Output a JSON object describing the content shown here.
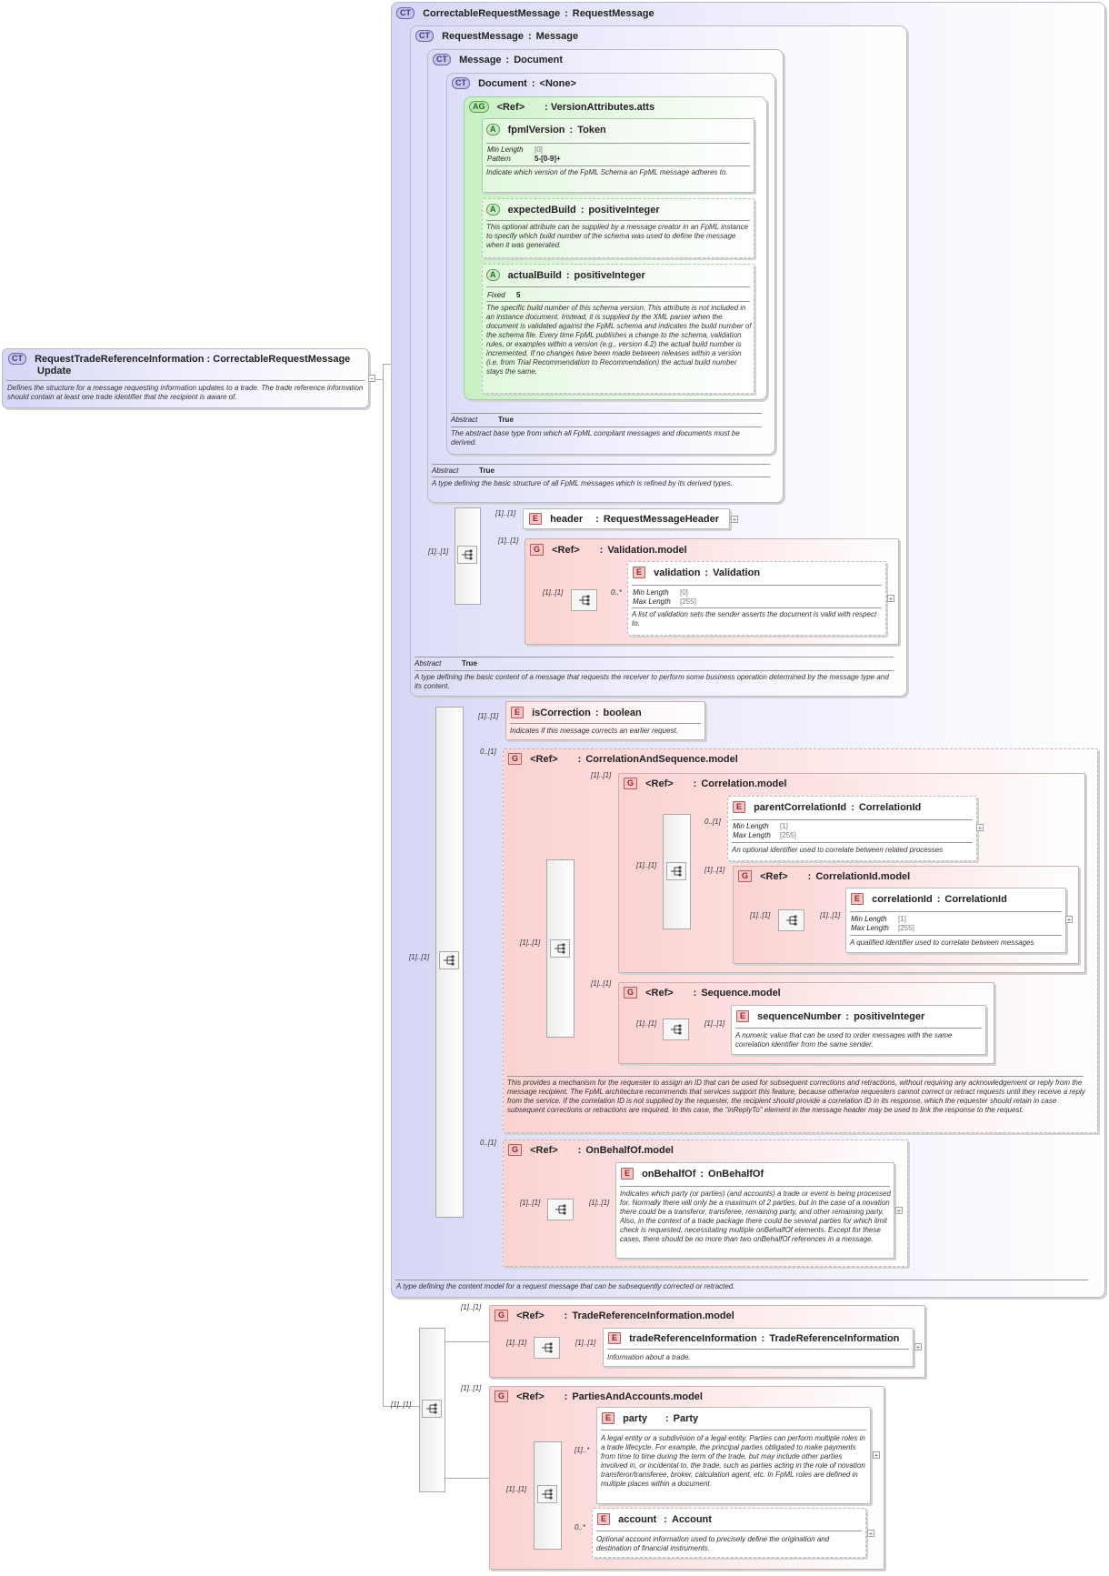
{
  "badges": {
    "ct": "CT",
    "ag": "AG",
    "a": "A",
    "e": "E",
    "g": "G"
  },
  "root": {
    "name": "RequestTradeReferenceInformation : CorrectableRequestMessage",
    "name2": "Update",
    "desc": "Defines the structure for a message requesting information updates to a trade. The trade reference information should contain at least one trade identifier that the recipient is aware of."
  },
  "correctable": {
    "name": "CorrectableRequestMessage",
    "type": "RequestMessage",
    "desc": "A type defining the content model for a request message that can be subsequently corrected or retracted."
  },
  "requestMessage": {
    "name": "RequestMessage",
    "type": "Message",
    "abstract_key": "Abstract",
    "abstract_val": "True",
    "desc": "A type defining the basic content of a message that requests the receiver to perform some business operation determined by the message type and its content."
  },
  "message": {
    "name": "Message",
    "type": "Document",
    "abstract_key": "Abstract",
    "abstract_val": "True",
    "desc": "A type defining the basic structure of all FpML messages which is refined by its derived types."
  },
  "document": {
    "name": "Document",
    "type": "<None>",
    "abstract_key": "Abstract",
    "abstract_val": "True",
    "desc": "The abstract base type from which all FpML compliant messages and documents must be derived."
  },
  "versionAtts": {
    "ref": "<Ref>",
    "type": "VersionAttributes.atts"
  },
  "fpmlVersion": {
    "name": "fpmlVersion",
    "type": "Token",
    "k1": "Min Length",
    "v1": "[0]",
    "k2": "Pattern",
    "v2": "5-[0-9]+",
    "desc": "Indicate which version of the FpML Schema an FpML message adheres to."
  },
  "expectedBuild": {
    "name": "expectedBuild",
    "type": "positiveInteger",
    "desc": "This optional attribute can be supplied by a message creator in an FpML instance to specify which build number of the schema was used to define the message when it was generated."
  },
  "actualBuild": {
    "name": "actualBuild",
    "type": "positiveInteger",
    "k1": "Fixed",
    "v1": "5",
    "desc": "The specific build number of this schema version. This attribute is not included in an instance document. Instead, it is supplied by the XML parser when the document is validated against the FpML schema and indicates the build number of the schema file. Every time FpML publishes a change to the schema, validation rules, or examples within a version (e.g., version 4.2) the actual build number is incremented. If no changes have been made between releases within a version (i.e. from Trial Recommendation to Recommendation) the actual build number stays the same."
  },
  "header": {
    "name": "header",
    "type": "RequestMessageHeader"
  },
  "validationModel": {
    "ref": "<Ref>",
    "type": "Validation.model"
  },
  "validation": {
    "name": "validation",
    "type": "Validation",
    "k1": "Min Length",
    "v1": "[0]",
    "k2": "Max Length",
    "v2": "[255]",
    "desc": "A list of validation sets the sender asserts the document is valid with respect to."
  },
  "isCorrection": {
    "name": "isCorrection",
    "type": "boolean",
    "desc": "Indicates if this message corrects an earlier request."
  },
  "corrSeqModel": {
    "ref": "<Ref>",
    "type": "CorrelationAndSequence.model",
    "desc": "This provides a mechanism for the requester to assign an ID that can be used for subsequent corrections and retractions, without requiring any acknowledgement or reply from the message recipient. The FpML architecture recommends that services support this feature, because otherwise requesters cannot correct or retract requests until they receive a reply from the service. If the correlation ID is not supplied by the requester, the recipient should provide a correlation ID in its response, which the requester should retain in case subsequent corrections or retractions are required. In this case, the \"inReplyTo\" element in the message header may be used to link the response to the request."
  },
  "correlationModel": {
    "ref": "<Ref>",
    "type": "Correlation.model"
  },
  "parentCorrelationId": {
    "name": "parentCorrelationId",
    "type": "CorrelationId",
    "k1": "Min Length",
    "v1": "[1]",
    "k2": "Max Length",
    "v2": "[255]",
    "desc": "An optional identifier used to correlate between related processes"
  },
  "correlationIdModel": {
    "ref": "<Ref>",
    "type": "CorrelationId.model"
  },
  "correlationId": {
    "name": "correlationId",
    "type": "CorrelationId",
    "k1": "Min Length",
    "v1": "[1]",
    "k2": "Max Length",
    "v2": "[255]",
    "desc": "A qualified identifier used to correlate between messages"
  },
  "sequenceModel": {
    "ref": "<Ref>",
    "type": "Sequence.model"
  },
  "sequenceNumber": {
    "name": "sequenceNumber",
    "type": "positiveInteger",
    "desc": "A numeric value that can be used to order messages with the same correlation identifier from the same sender."
  },
  "onBehalfOfModel": {
    "ref": "<Ref>",
    "type": "OnBehalfOf.model"
  },
  "onBehalfOf": {
    "name": "onBehalfOf",
    "type": "OnBehalfOf",
    "desc": "Indicates which party (or parties) (and accounts) a trade or event is being processed for. Normally there will only be a maximum of 2 parties, but in the case of a novation there could be a transferor, transferee, remaining party, and other remaining party. Also, in the context of a trade package there could be several parties for which limit check is requested, necessitating multiple onBehalfOf elements. Except for these cases, there should be no more than two onBehalfOf references in a message."
  },
  "tradeRefModel": {
    "ref": "<Ref>",
    "type": "TradeReferenceInformation.model"
  },
  "tradeReferenceInformation": {
    "name": "tradeReferenceInformation",
    "type": "TradeReferenceInformation",
    "desc": "Information about a trade."
  },
  "partiesModel": {
    "ref": "<Ref>",
    "type": "PartiesAndAccounts.model"
  },
  "party": {
    "name": "party",
    "type": "Party",
    "desc": "A legal entity or a subdivision of a legal entity. Parties can perform multiple roles in a trade lifecycle. For example, the principal parties obligated to make payments from time to time during the term of the trade, but may include other parties involved in, or incidental to, the trade, such as parties acting in the role of novation transferor/transferee, broker, calculation agent, etc. In FpML roles are defined in multiple places within a document."
  },
  "account": {
    "name": "account",
    "type": "Account",
    "desc": "Optional account information used to precisely define the origination and destination of financial instruments."
  },
  "cards": {
    "one": "[1]..[1]",
    "zeroOne": "0..[1]",
    "zeroMany": "0..*",
    "oneMany": "[1]..*"
  }
}
